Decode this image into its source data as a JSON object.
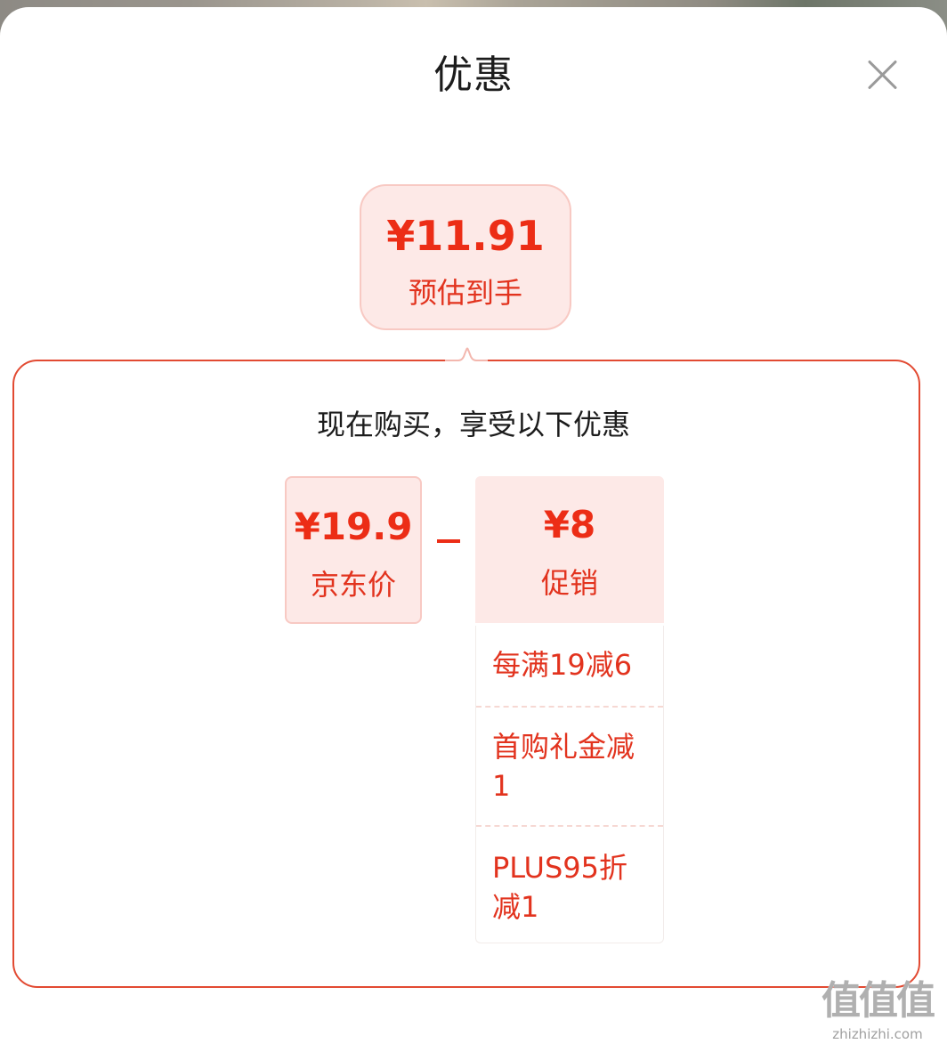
{
  "sheet": {
    "title": "优惠"
  },
  "estimate": {
    "price": "¥11.91",
    "label": "预估到手"
  },
  "breakdown": {
    "heading": "现在购买，享受以下优惠",
    "jd_price": {
      "value": "¥19.9",
      "label": "京东价"
    },
    "operator": "-",
    "promotion": {
      "value": "¥8",
      "label": "促销",
      "items": [
        "每满19减6",
        "首购礼金减1",
        "PLUS95折减1"
      ]
    }
  },
  "watermark": {
    "chars": "值值值",
    "url": "zhizhizhi.com"
  },
  "colors": {
    "accent_red": "#ec2d16",
    "card_bg": "#fde9e7",
    "panel_border": "#e24a32"
  }
}
